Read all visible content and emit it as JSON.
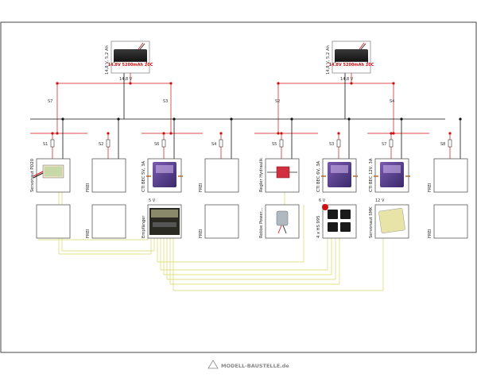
{
  "batteries": [
    {
      "spec": "14,8 V, 5,2 Ah",
      "brand_label": "14.8V 5200mAh 20C"
    },
    {
      "spec": "14,8 V, 5,2 Ah",
      "brand_label": "14.8V 5200mAh 20C"
    }
  ],
  "bus_voltage": "14,8 V",
  "main_switches": [
    "S7",
    "S3",
    "S2",
    "S4"
  ],
  "branch_switches": [
    "S1",
    "S2",
    "S6",
    "S4",
    "S5",
    "S3",
    "S7",
    "S8"
  ],
  "top_row": [
    {
      "label": "Servonaut PD20",
      "type": "servonaut"
    },
    {
      "label": "FREI",
      "type": "empty"
    },
    {
      "label": "CTI BEC 5V, 3A",
      "type": "bec",
      "output": "5 V"
    },
    {
      "label": "FREI",
      "type": "empty"
    },
    {
      "label": "Regler Hydraulik",
      "type": "esc"
    },
    {
      "label": "CTI BEC 6V, 3A",
      "type": "bec",
      "output": "6 V"
    },
    {
      "label": "CTI BEC 12V, 3A",
      "type": "bec",
      "output": "12 V"
    },
    {
      "label": "FREI",
      "type": "empty"
    }
  ],
  "bottom_row": [
    {
      "label": "",
      "type": "empty"
    },
    {
      "label": "FREI",
      "type": "empty"
    },
    {
      "label": "Empfänger",
      "type": "receiver"
    },
    {
      "label": "FREI",
      "type": "empty"
    },
    {
      "label": "Robbe Power...",
      "type": "motor"
    },
    {
      "label": "4 x HS 995",
      "type": "servos"
    },
    {
      "label": "Servonaut SMK",
      "type": "smk"
    },
    {
      "label": "FREI",
      "type": "empty"
    }
  ],
  "footer_logo": "MODELL-BAUSTELLE.de",
  "colors": {
    "plus_wire": "#d01010",
    "ground_wire": "#111111",
    "signal_wire": "#d8d860",
    "frame": "#444444"
  }
}
